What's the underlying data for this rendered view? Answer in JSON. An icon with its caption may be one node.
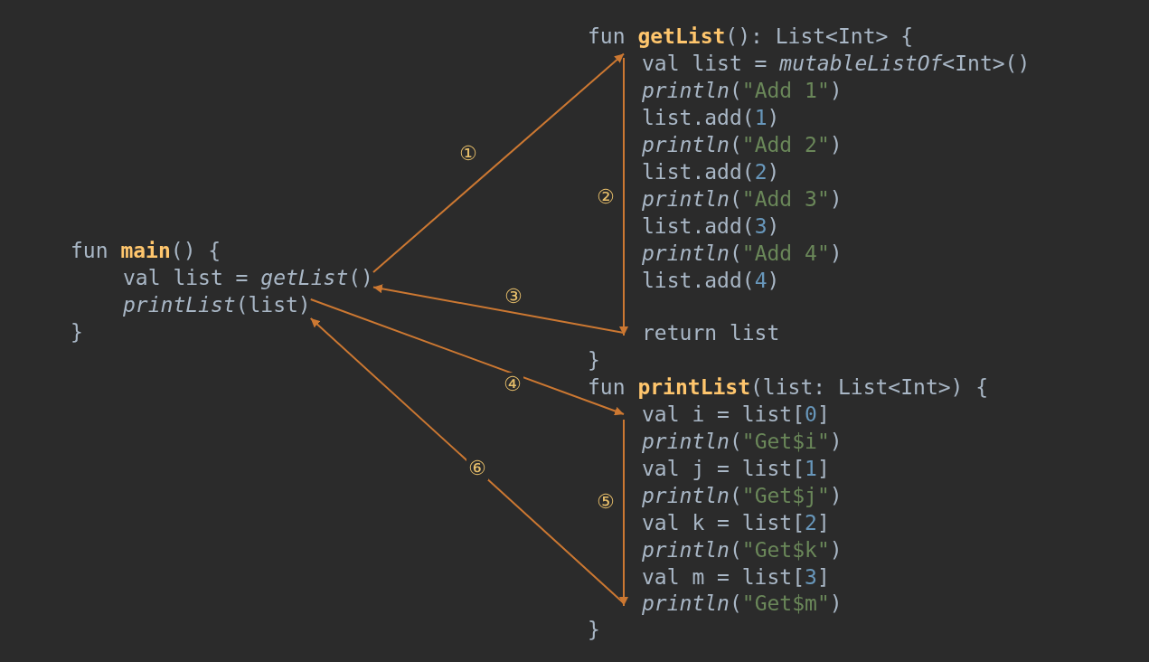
{
  "diagram": {
    "nodes": [
      {
        "text": [
          "val list = *getList*()"
        ]
      },
      {
        "text": [
          "*printList*(list)"
        ]
      },
      {
        "text": [
          "val list = *mutableListOf*<Int>()"
        ]
      },
      {
        "text": [
          "return list"
        ]
      },
      {
        "text": [
          "val i = list[0]"
        ]
      },
      {
        "text": [
          "*println*(\"Get$m\")"
        ]
      }
    ],
    "edges": [
      {
        "from": 0,
        "to": 2,
        "arrow": "to",
        "label": "①"
      },
      {
        "from": 2,
        "to": 3,
        "arrow": "to",
        "label": "②"
      },
      {
        "from": 3,
        "to": 0,
        "arrow": "to",
        "label": "③"
      },
      {
        "from": 1,
        "to": 4,
        "arrow": "to",
        "label": "④"
      },
      {
        "from": 4,
        "to": 5,
        "arrow": "to",
        "label": "⑤"
      },
      {
        "from": 5,
        "to": 1,
        "arrow": "to",
        "label": "⑥"
      }
    ],
    "labels": [
      "fun **getList**(): List<Int> {",
      "*println*(\"Add 1\")",
      "list.add(1)",
      "*println*(\"Add 2\")",
      "list.add(2)",
      "*println*(\"Add 3\")",
      "list.add(3)",
      "*println*(\"Add 4\")",
      "list.add(4)",
      "}",
      "fun **printList**(list: List<Int>) {",
      "*println*(\"Get$i\")",
      "val j = list[1]",
      "*println*(\"Get$j\")",
      "val k = list[2]",
      "*println*(\"Get$k\")",
      "val m = list[3]",
      "}",
      "fun **main**() {",
      "}"
    ]
  }
}
